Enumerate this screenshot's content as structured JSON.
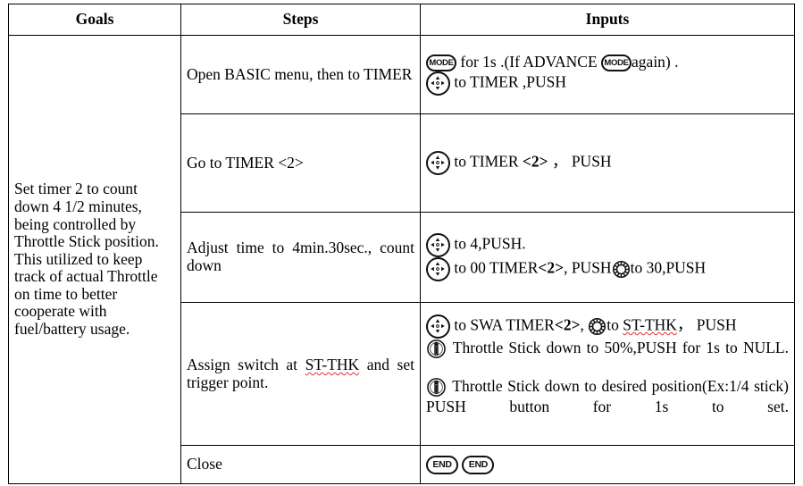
{
  "table": {
    "headers": [
      "Goals",
      "Steps",
      "Inputs"
    ],
    "goals_text": " Set timer 2 to count down 4 1/2 minutes, being controlled by Throttle Stick position. This utilized to keep track of actual Throttle on time to better cooperate with fuel/battery usage.",
    "rows": [
      {
        "step": "Open BASIC menu, then to TIMER",
        "input_lines": [
          {
            "parts": [
              {
                "type": "icon",
                "name": "mode-button-icon",
                "label": "MODE"
              },
              {
                "type": "text",
                "value": "  for 1s .(If ADVANCE  "
              },
              {
                "type": "icon",
                "name": "mode-button-icon",
                "label": "MODE"
              },
              {
                "type": "text",
                "value": "again) ."
              }
            ]
          },
          {
            "parts": [
              {
                "type": "icon",
                "name": "dpad-icon"
              },
              {
                "type": "text",
                "value": "   to TIMER ,PUSH"
              }
            ]
          }
        ]
      },
      {
        "step": "Go to TIMER <2>",
        "input_lines": [
          {
            "parts": [
              {
                "type": "icon",
                "name": "dpad-icon"
              },
              {
                "type": "text",
                "value": " to TIMER "
              },
              {
                "type": "bold",
                "value": "<2>"
              },
              {
                "type": "text",
                "value": " ，  PUSH"
              }
            ]
          }
        ]
      },
      {
        "step": "Adjust time to 4min.30sec., count down",
        "input_lines": [
          {
            "parts": [
              {
                "type": "icon",
                "name": "dpad-icon"
              },
              {
                "type": "text",
                "value": " to 4,PUSH."
              }
            ]
          },
          {
            "parts": [
              {
                "type": "icon",
                "name": "dpad-icon"
              },
              {
                "type": "text",
                "value": " to 00 TIMER"
              },
              {
                "type": "bold",
                "value": "<2>"
              },
              {
                "type": "text",
                "value": ", PUSH"
              },
              {
                "type": "icon",
                "name": "dial-knob-icon"
              },
              {
                "type": "text",
                "value": "to 30,PUSH"
              }
            ]
          }
        ]
      },
      {
        "step_parts": [
          {
            "type": "text",
            "value": "Assign switch at "
          },
          {
            "type": "misspell",
            "value": "ST-THK"
          },
          {
            "type": "text",
            "value": " and set trigger point."
          }
        ],
        "step": "Assign switch at ST-THK and set trigger point.",
        "input_lines": [
          {
            "parts": [
              {
                "type": "icon",
                "name": "dpad-icon"
              },
              {
                "type": "text",
                "value": "   to SWA TIMER"
              },
              {
                "type": "bold",
                "value": "<2>"
              },
              {
                "type": "text",
                "value": ",  "
              },
              {
                "type": "icon",
                "name": "dial-knob-icon"
              },
              {
                "type": "text",
                "value": "to "
              },
              {
                "type": "misspell",
                "value": "ST-THK"
              },
              {
                "type": "text",
                "value": "，  PUSH"
              }
            ]
          },
          {
            "justify": true,
            "parts": [
              {
                "type": "icon",
                "name": "throttle-stick-icon"
              },
              {
                "type": "text",
                "value": " Throttle Stick down to 50%,PUSH for 1s to NULL."
              }
            ]
          },
          {
            "justify": true,
            "parts": [
              {
                "type": "icon",
                "name": "throttle-stick-icon"
              },
              {
                "type": "text",
                "value": "  Throttle Stick down to desired position(Ex:1/4 stick) PUSH button for 1s to set."
              }
            ]
          }
        ]
      },
      {
        "step": "Close",
        "input_lines": [
          {
            "parts": [
              {
                "type": "icon",
                "name": "end-button-icon",
                "label": "END"
              },
              {
                "type": "text",
                "value": "  "
              },
              {
                "type": "icon",
                "name": "end-button-icon",
                "label": "END"
              }
            ]
          }
        ]
      }
    ]
  },
  "colors": {
    "border": "#000000",
    "text": "#000000",
    "spellcheck_underline": "#e03030",
    "background": "#ffffff"
  }
}
